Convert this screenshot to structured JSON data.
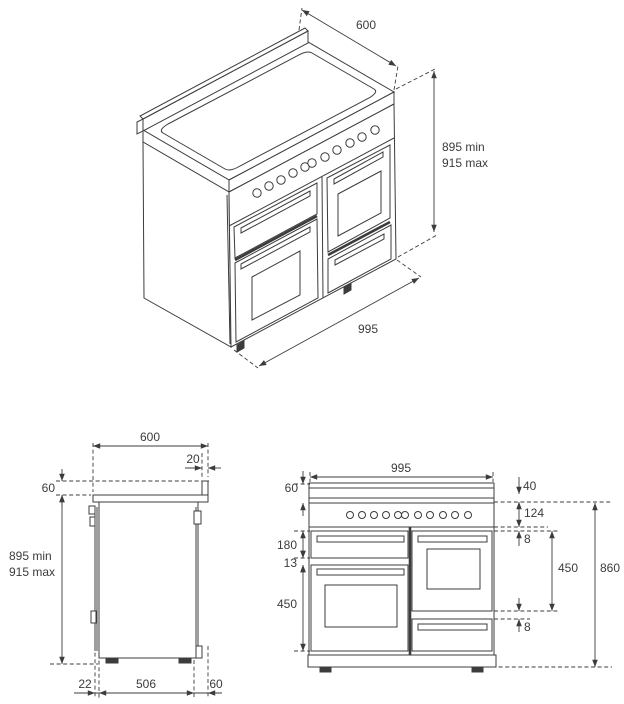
{
  "meta": {
    "background_color": "#ffffff",
    "ink_color": "#3c3c3c",
    "drawing_type": "range cooker installation dimensions"
  },
  "isometric_view": {
    "depth": "600",
    "height_min": "895 min",
    "height_max": "915 max",
    "width": "995"
  },
  "side_view": {
    "depth": "600",
    "upstand_depth": "20",
    "upstand_height": "60",
    "height_min": "895 min",
    "height_max": "915 max",
    "door_offset": "22",
    "body_depth": "506",
    "rear_clearance": "60"
  },
  "front_view": {
    "width": "995",
    "upstand_height": "60",
    "grill_door_height": "180",
    "gap": "13",
    "left_oven_height": "450",
    "top_trim": "40",
    "control_panel_height": "124",
    "top_gap": "8",
    "right_oven_height": "450",
    "bottom_gap": "8",
    "overall_height": "860"
  }
}
